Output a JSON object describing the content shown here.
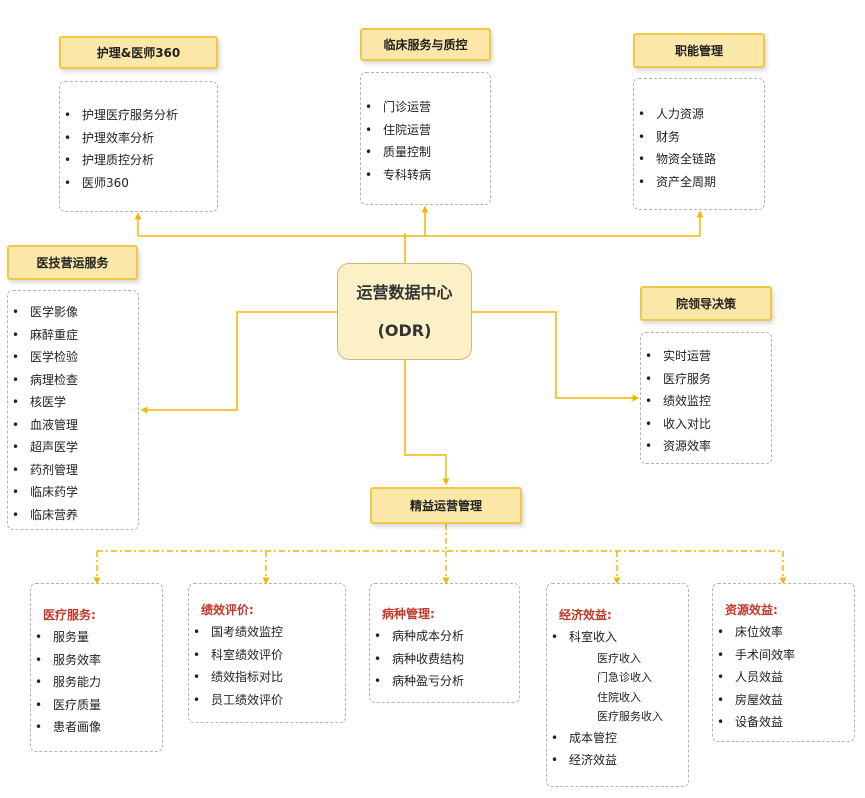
{
  "center": {
    "title": "运营数据中心",
    "subtitle": "(ODR)"
  },
  "nursing": {
    "title": "护理&医师360",
    "items": [
      "护理医疗服务分析",
      "护理效率分析",
      "护理质控分析",
      "医师360"
    ]
  },
  "clinical": {
    "title": "临床服务与质控",
    "items": [
      "门诊运营",
      "住院运营",
      "质量控制",
      "专科转病"
    ]
  },
  "functional": {
    "title": "职能管理",
    "items": [
      "人力资源",
      "财务",
      "物资全链路",
      "资产全周期"
    ]
  },
  "medtech": {
    "title": "医技营运服务",
    "items": [
      "医学影像",
      "麻醉重症",
      "医学检验",
      "病理检查",
      "核医学",
      "血液管理",
      "超声医学",
      "药剂管理",
      "临床药学",
      "临床营养"
    ]
  },
  "leadership": {
    "title": "院领导决策",
    "items": [
      "实时运营",
      "医疗服务",
      "绩效监控",
      "收入对比",
      "资源效率"
    ]
  },
  "lean": {
    "title": "精益运营管理"
  },
  "medical_service": {
    "title": "医疗服务:",
    "items": [
      "服务量",
      "服务效率",
      "服务能力",
      "医疗质量",
      "患者画像"
    ]
  },
  "performance": {
    "title": "绩效评价:",
    "items": [
      "国考绩效监控",
      "科室绩效评价",
      "绩效指标对比",
      "员工绩效评价"
    ]
  },
  "disease": {
    "title": "病种管理:",
    "items": [
      "病种成本分析",
      "病种收费结构",
      "病种盈亏分析"
    ]
  },
  "economic": {
    "title": "经济效益:",
    "item1": "科室收入",
    "subitems": [
      "医疗收入",
      "门急诊收入",
      "住院收入",
      "医疗服务收入"
    ],
    "item2": "成本管控",
    "item3": "经济效益"
  },
  "resource": {
    "title": "资源效益:",
    "items": [
      "床位效率",
      "手术间效率",
      "人员效益",
      "房屋效益",
      "设备效益"
    ]
  },
  "colors": {
    "line": "#f2b705",
    "header_fill": "#fbe8a9",
    "header_border": "#f0c848",
    "center_fill": "#fcf0c7",
    "dashed_border": "#b3b3b3"
  }
}
